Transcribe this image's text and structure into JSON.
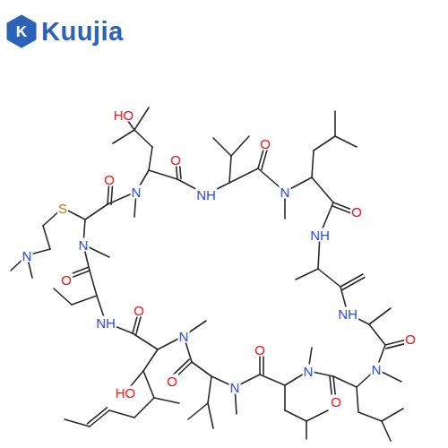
{
  "diagram": {
    "labels": [
      "K",
      "Kuujia",
      "HO",
      "O",
      "O",
      "O",
      "N",
      "NH",
      "N",
      "S",
      "O",
      "NH",
      "N",
      "N",
      "O",
      "O",
      "NH",
      "NH",
      "N",
      "O",
      "O",
      "N",
      "N",
      "O",
      "N",
      "HO",
      "O"
    ]
  }
}
